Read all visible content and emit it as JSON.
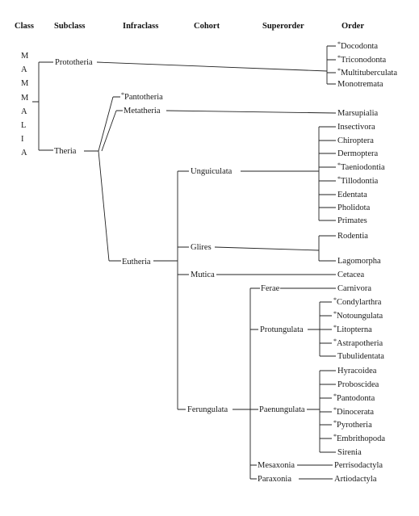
{
  "headers": {
    "class": "Class",
    "subclass": "Subclass",
    "infraclass": "Infraclass",
    "cohort": "Cohort",
    "superorder": "Superorder",
    "order": "Order"
  },
  "class_letters": [
    "M",
    "A",
    "M",
    "M",
    "A",
    "L",
    "I",
    "A"
  ],
  "extinct_marker": "*",
  "subclasses": {
    "prototheria": "Prototheria",
    "theria": "Theria"
  },
  "infraclasses": {
    "pantotheria": "Pantotheria",
    "metatheria": "Metatheria",
    "eutheria": "Eutheria"
  },
  "cohorts": {
    "unguiculata": "Unguiculata",
    "glires": "Glires",
    "mutica": "Mutica",
    "ferungulata": "Ferungulata"
  },
  "superorders": {
    "ferae": "Ferae",
    "protungulata": "Protungulata",
    "paenungulata": "Paenungulata",
    "mesaxonia": "Mesaxonia",
    "paraxonia": "Paraxonia"
  },
  "orders": [
    {
      "name": "Docodonta",
      "extinct": true
    },
    {
      "name": "Triconodonta",
      "extinct": true
    },
    {
      "name": "Multituberculata",
      "extinct": true
    },
    {
      "name": "Monotremata",
      "extinct": false
    },
    {
      "name": "Marsupialia",
      "extinct": false
    },
    {
      "name": "Insectivora",
      "extinct": false
    },
    {
      "name": "Chiroptera",
      "extinct": false
    },
    {
      "name": "Dermoptera",
      "extinct": false
    },
    {
      "name": "Taeniodontia",
      "extinct": true
    },
    {
      "name": "Tillodontia",
      "extinct": true
    },
    {
      "name": "Edentata",
      "extinct": false
    },
    {
      "name": "Pholidota",
      "extinct": false
    },
    {
      "name": "Primates",
      "extinct": false
    },
    {
      "name": "Rodentia",
      "extinct": false
    },
    {
      "name": "Lagomorpha",
      "extinct": false
    },
    {
      "name": "Cetacea",
      "extinct": false
    },
    {
      "name": "Carnivora",
      "extinct": false
    },
    {
      "name": "Condylarthra",
      "extinct": true
    },
    {
      "name": "Notoungulata",
      "extinct": true
    },
    {
      "name": "Litopterna",
      "extinct": true
    },
    {
      "name": "Astrapotheria",
      "extinct": true
    },
    {
      "name": "Tubulidentata",
      "extinct": false
    },
    {
      "name": "Hyracoidea",
      "extinct": false
    },
    {
      "name": "Proboscidea",
      "extinct": false
    },
    {
      "name": "Pantodonta",
      "extinct": true
    },
    {
      "name": "Dinocerata",
      "extinct": true
    },
    {
      "name": "Pyrotheria",
      "extinct": true
    },
    {
      "name": "Embrithopoda",
      "extinct": true
    },
    {
      "name": "Sirenia",
      "extinct": false
    },
    {
      "name": "Perrisodactyla",
      "extinct": false
    },
    {
      "name": "Artiodactyla",
      "extinct": false
    }
  ]
}
